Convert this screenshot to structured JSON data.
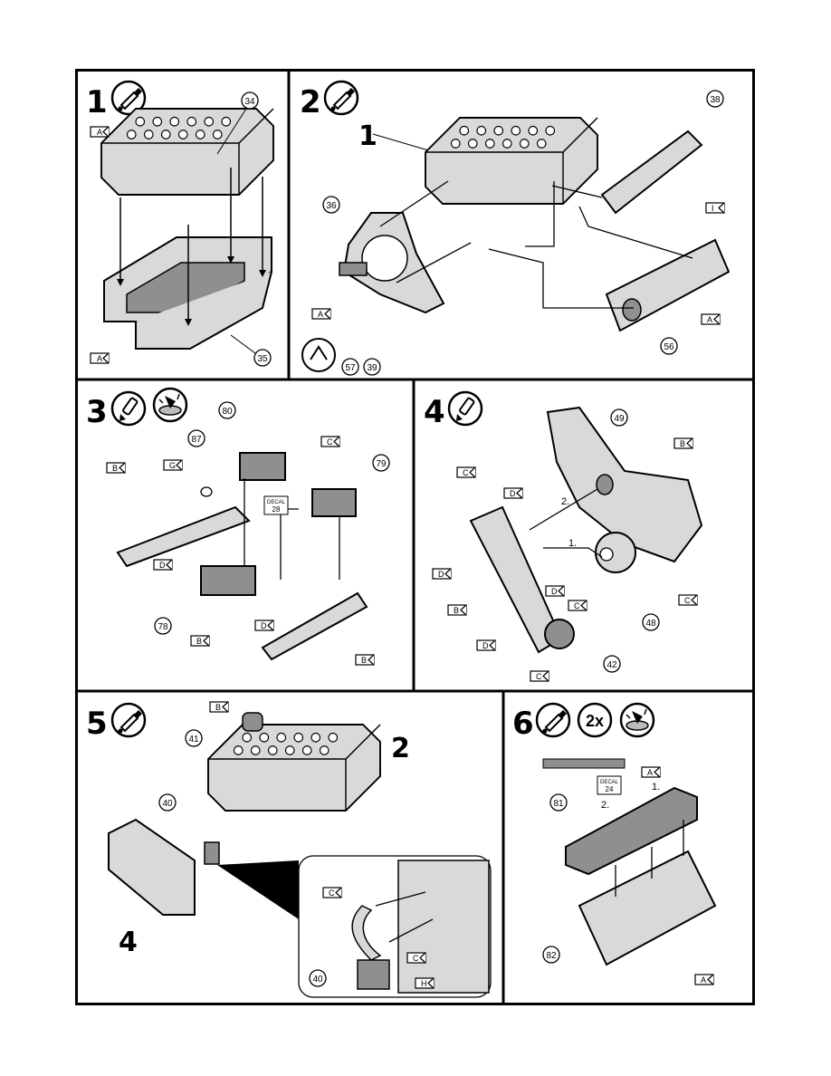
{
  "steps": [
    {
      "number": "1",
      "parts": [
        "34",
        "35"
      ],
      "letters": [
        "A",
        "A"
      ]
    },
    {
      "number": "2",
      "ref": "1",
      "parts": [
        "38",
        "36",
        "56"
      ],
      "letters": [
        "I",
        "A",
        "A"
      ],
      "footer": [
        "57",
        "39"
      ]
    },
    {
      "number": "3",
      "parts": [
        "80",
        "87",
        "79",
        "78"
      ],
      "letters": [
        "B",
        "G",
        "C",
        "D",
        "D",
        "B",
        "B"
      ],
      "decal": {
        "label": "DECAL",
        "number": "28"
      }
    },
    {
      "number": "4",
      "parts": [
        "49",
        "48",
        "42"
      ],
      "letters": [
        "B",
        "C",
        "D",
        "D",
        "C",
        "D",
        "C",
        "B",
        "D",
        "C"
      ],
      "arrows": [
        "2.",
        "1."
      ]
    },
    {
      "number": "5",
      "ref_top": "2",
      "ref_side": "4",
      "parts": [
        "41",
        "40",
        "40"
      ],
      "letters": [
        "B",
        "C",
        "C",
        "H"
      ]
    },
    {
      "number": "6",
      "multiplier": "2x",
      "parts": [
        "81",
        "82"
      ],
      "letters": [
        "A",
        "A"
      ],
      "decal": {
        "label": "DECAL",
        "number": "24"
      },
      "arrows": [
        "1.",
        "2."
      ]
    }
  ],
  "colors": {
    "line": "#000000",
    "part_fill": "#d9d9d9",
    "part_dark": "#8f8f8f",
    "background": "#ffffff"
  },
  "icons": [
    "glue-icon",
    "paint-icon",
    "decal-water-icon",
    "turn-model-icon"
  ]
}
